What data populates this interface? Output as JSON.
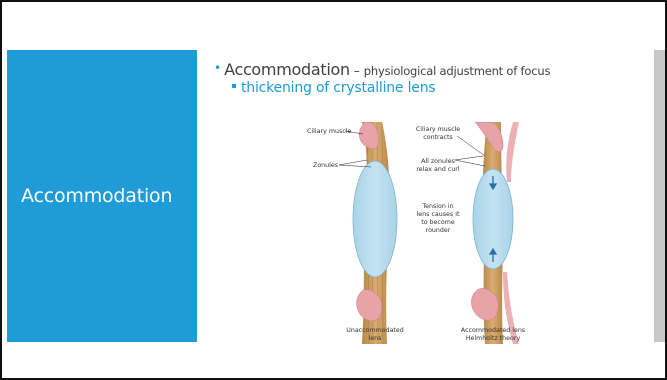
{
  "slide": {
    "title": "Accommodation",
    "bullet": {
      "term": "Accommodation",
      "dash": "–",
      "definition": "physiological adjustment of focus",
      "sub": "thickening of crystalline lens"
    }
  },
  "diagram": {
    "left": {
      "ciliary_muscle": "Ciliary muscle",
      "zonules": "Zonules",
      "caption_line1": "Unaccommodated",
      "caption_line2": "lens"
    },
    "right": {
      "ciliary_line1": "Ciliary muscle",
      "ciliary_line2": "contracts",
      "zonules_line1": "All zonules",
      "zonules_line2": "relax and curl",
      "tension_line1": "Tension in",
      "tension_line2": "lens causes it",
      "tension_line3": "to become",
      "tension_line4": "rounder",
      "caption_line1": "Accommodated lens",
      "caption_line2": "Helmholtz theory"
    }
  },
  "colors": {
    "accent": "#1f9bd7",
    "lens": "#b9dcec",
    "muscle": "#e8a3a8",
    "zonule": "#c99a5c"
  }
}
